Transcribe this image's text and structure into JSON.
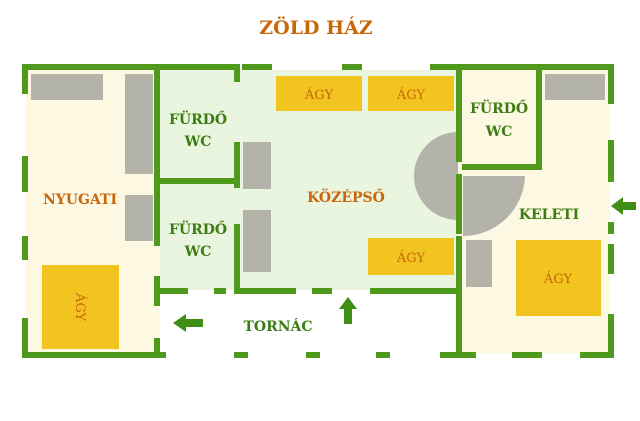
{
  "title": "ZÖLD HÁZ",
  "rooms": {
    "west": "NYUGATI",
    "middle": "KÖZÉPSŐ",
    "east": "KELETI",
    "porch": "TORNÁC",
    "bath_top_left": [
      "FÜRDŐ",
      "WC"
    ],
    "bath_bottom_left": [
      "FÜRDŐ",
      "WC"
    ],
    "bath_right": [
      "FÜRDŐ",
      "WC"
    ]
  },
  "beds": {
    "middle_top_1": "ÁGY",
    "middle_top_2": "ÁGY",
    "middle_bottom": "ÁGY",
    "west": "ÁGY",
    "east": "ÁGY"
  },
  "colors": {
    "wall": "#4f9a1c",
    "title": "#c8660a",
    "label_orange": "#c8660a",
    "label_green": "#3b7d12",
    "bed_fill": "#f2c41f",
    "furniture": "#b3b3aa",
    "floor_cream": "#fcf8e2",
    "floor_green": "#eaf5df",
    "arrow": "#3f8e17"
  },
  "icons": [
    "entrance-arrow-icon",
    "porch-arrow-icon",
    "entry-arrow-icon"
  ]
}
